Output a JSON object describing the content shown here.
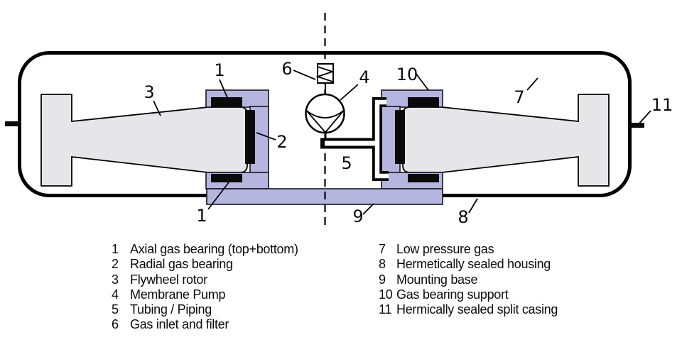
{
  "diagram": {
    "callouts": {
      "n1_top": "1",
      "n1_bottom": "1",
      "n2": "2",
      "n3": "3",
      "n4": "4",
      "n5": "5",
      "n6": "6",
      "n7": "7",
      "n8": "8",
      "n9": "9",
      "n10": "10",
      "n11": "11"
    },
    "icons": {
      "gas_inlet_filter": "zigzag-filter-icon",
      "membrane_pump": "circle-membrane-pump-icon",
      "centerline": "dashed-axis-line"
    },
    "colors": {
      "support_fill": "#b5b6e0",
      "support_stroke": "#16161d",
      "rotor_fill": "#e6e6e8",
      "bearing_fill": "#0a0a0a",
      "line": "#000000",
      "background": "#ffffff"
    }
  },
  "legend": {
    "left": [
      {
        "num": "1",
        "label": "Axial gas bearing (top+bottom)"
      },
      {
        "num": "2",
        "label": "Radial gas bearing"
      },
      {
        "num": "3",
        "label": "Flywheel rotor"
      },
      {
        "num": "4",
        "label": "Membrane Pump"
      },
      {
        "num": "5",
        "label": "Tubing / Piping"
      },
      {
        "num": "6",
        "label": "Gas inlet and filter"
      }
    ],
    "right": [
      {
        "num": "7",
        "label": "Low pressure gas"
      },
      {
        "num": "8",
        "label": "Hermetically sealed housing"
      },
      {
        "num": "9",
        "label": "Mounting base"
      },
      {
        "num": "10",
        "label": "Gas bearing support"
      },
      {
        "num": "11",
        "label": "Hermically sealed split casing"
      }
    ]
  }
}
